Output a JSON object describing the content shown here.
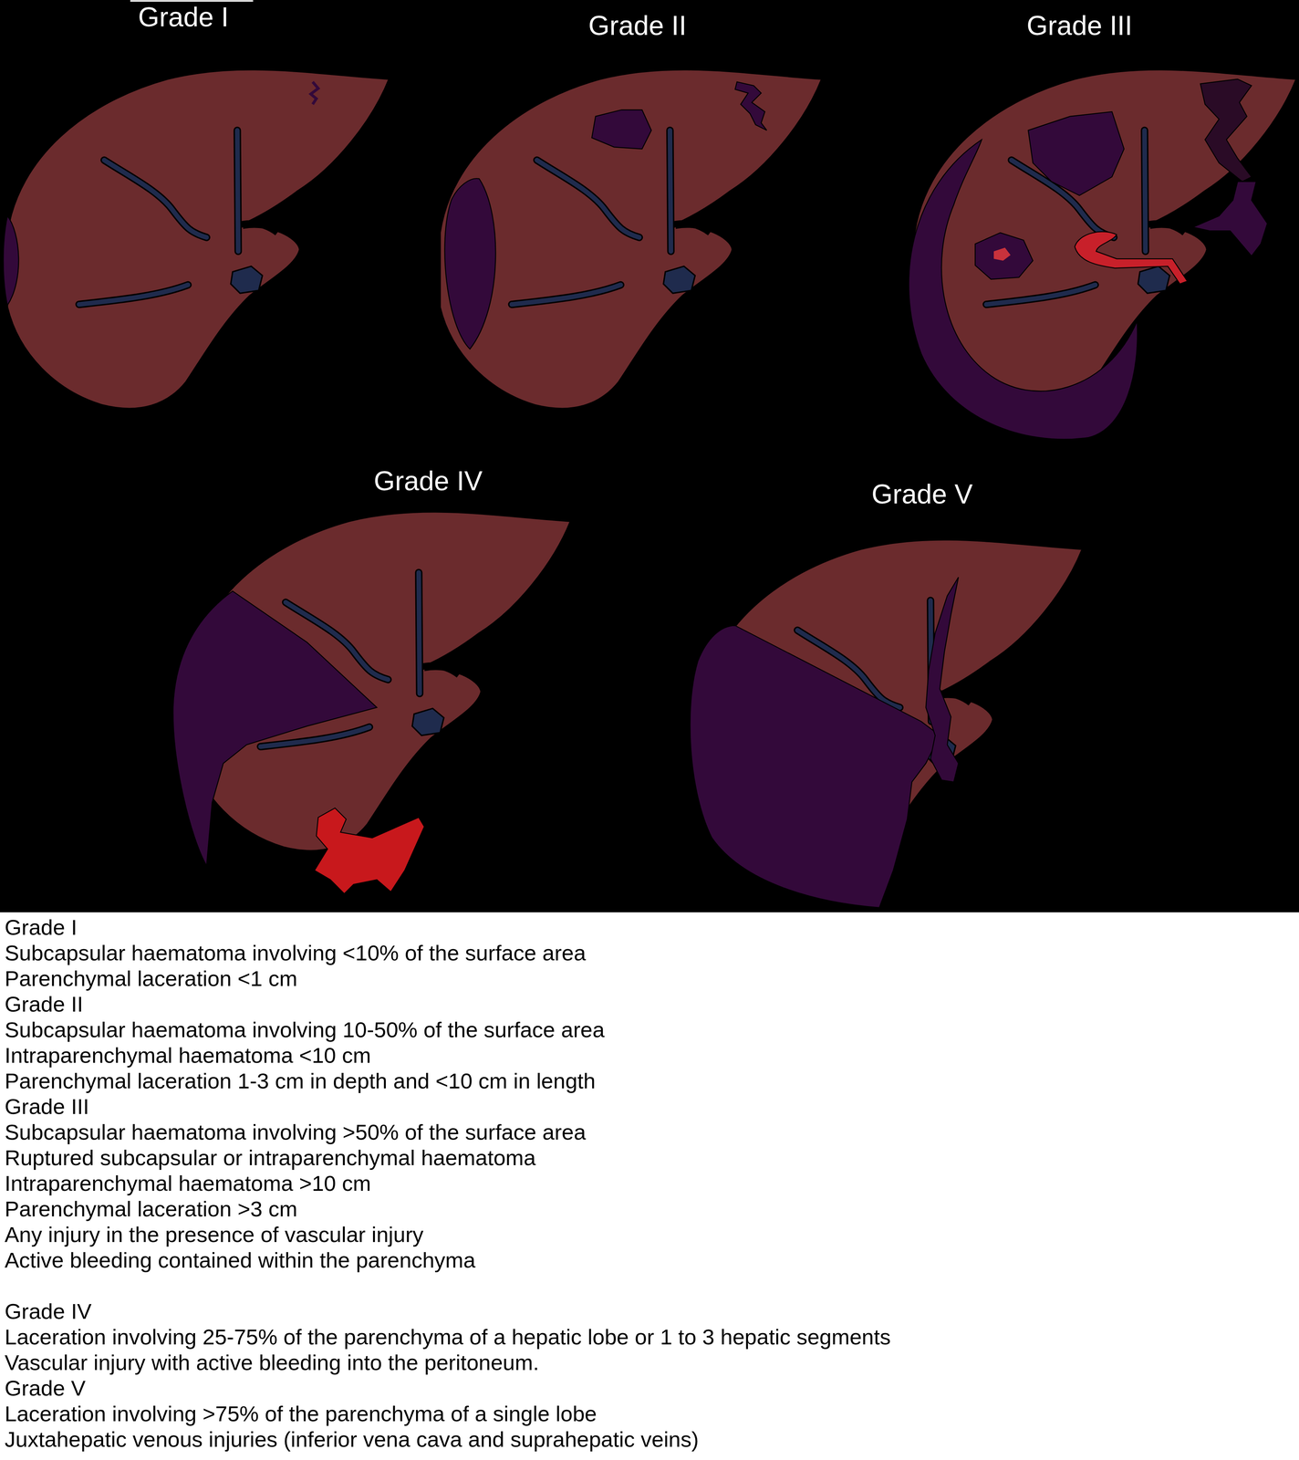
{
  "diagram": {
    "labels": [
      "Grade I",
      "Grade II",
      "Grade III",
      "Grade IV",
      "Grade V",
      "Grade I",
      "Subcapsular haematoma involving <10% of the surface area",
      "Parenchymal laceration <1 cm",
      "Grade II",
      "Subcapsular haematoma involving 10-50% of the surface area",
      "Intraparenchymal haematoma <10 cm",
      "Parenchymal laceration 1-3 cm in depth and <10 cm in length",
      "Grade III",
      "Subcapsular haematoma involving >50% of the surface area",
      "Ruptured subcapsular or intraparenchymal haematoma",
      "Intraparenchymal haematoma >10 cm",
      "Parenchymal laceration >3 cm",
      "Any injury in the presence of vascular injury",
      "Active bleeding contained within the parenchyma",
      "Grade IV",
      "Laceration involving 25-75% of the parenchyma of a hepatic lobe or 1 to 3 hepatic segments",
      "Vascular injury with active bleeding into the peritoneum.",
      "Grade V",
      "Laceration involving >75% of the parenchyma of a single lobe",
      "Juxtahepatic venous injuries (inferior vena cava and suprahepatic veins)"
    ]
  }
}
